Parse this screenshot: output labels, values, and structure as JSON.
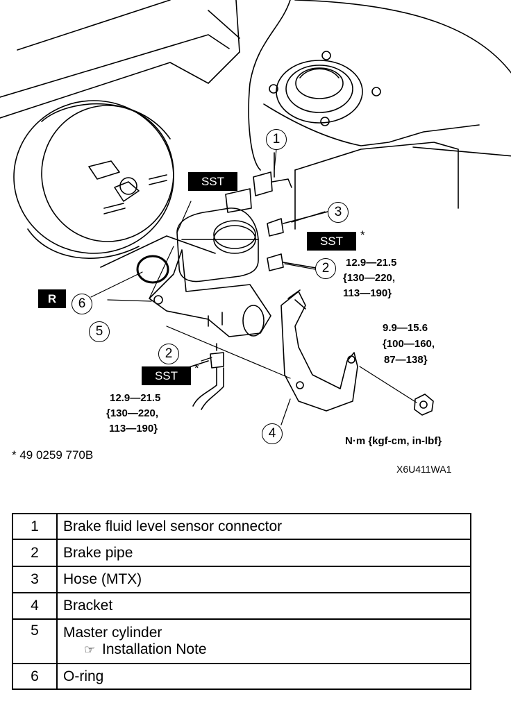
{
  "diagram": {
    "callouts": [
      "1",
      "2",
      "3",
      "2",
      "5",
      "6",
      "4"
    ],
    "sst_label": "SST",
    "r_label": "R",
    "asterisk": "*",
    "torque_top_right": [
      "12.9—21.5",
      "{130—220,",
      "113—190}"
    ],
    "torque_bottom_left": [
      "12.9—21.5",
      "{130—220,",
      "113—190}"
    ],
    "torque_nut": [
      "9.9—15.6",
      "{100—160,",
      "87—138}"
    ],
    "units": "N·m {kgf-cm, in-lbf}",
    "sst_number": "* 49 0259 770B",
    "figure_code": "X6U411WA1"
  },
  "table": {
    "rows": [
      {
        "num": "1",
        "desc": "Brake fluid level sensor connector"
      },
      {
        "num": "2",
        "desc": "Brake pipe"
      },
      {
        "num": "3",
        "desc": "Hose (MTX)"
      },
      {
        "num": "4",
        "desc": "Bracket"
      },
      {
        "num": "5",
        "desc": "Master cylinder",
        "note": "Installation Note"
      },
      {
        "num": "6",
        "desc": "O-ring"
      }
    ],
    "note_icon": "pointing-hand-icon"
  }
}
